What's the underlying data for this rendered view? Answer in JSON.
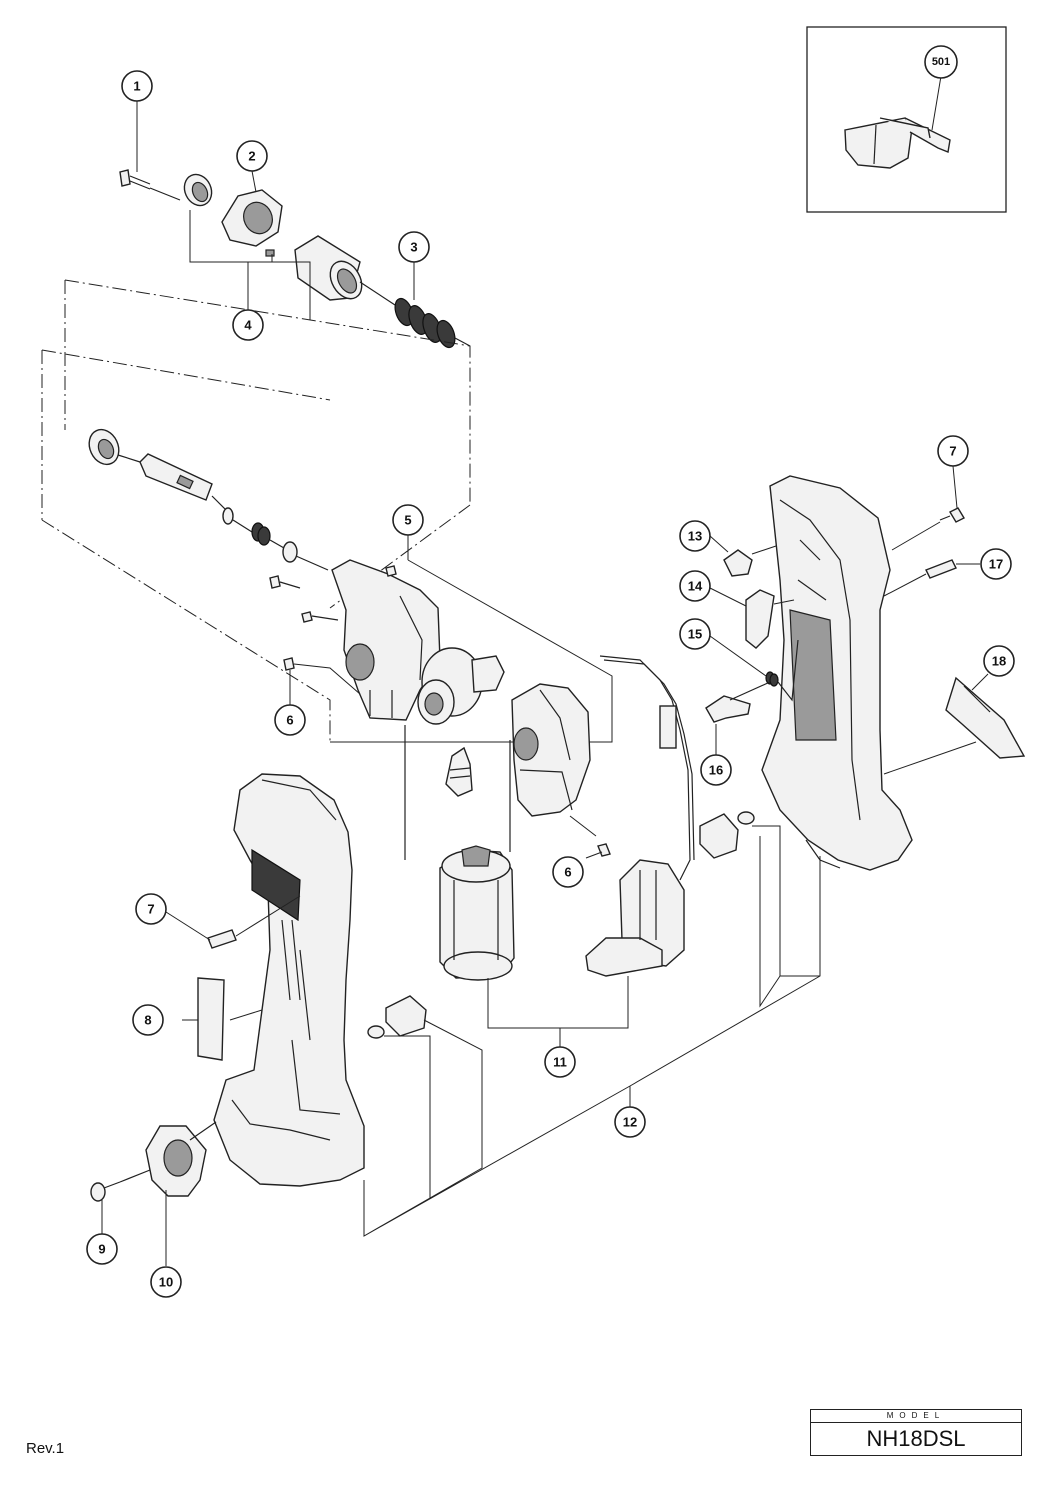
{
  "sheet": {
    "revision": "Rev.1",
    "model_heading": "MODEL",
    "model_name": "NH18DSL"
  },
  "callouts": [
    {
      "id": "c1",
      "label": "1"
    },
    {
      "id": "c2",
      "label": "2"
    },
    {
      "id": "c3",
      "label": "3"
    },
    {
      "id": "c4",
      "label": "4"
    },
    {
      "id": "c5",
      "label": "5"
    },
    {
      "id": "c6a",
      "label": "6"
    },
    {
      "id": "c6b",
      "label": "6"
    },
    {
      "id": "c7a",
      "label": "7"
    },
    {
      "id": "c7b",
      "label": "7"
    },
    {
      "id": "c8",
      "label": "8"
    },
    {
      "id": "c9",
      "label": "9"
    },
    {
      "id": "c10",
      "label": "10"
    },
    {
      "id": "c11",
      "label": "11"
    },
    {
      "id": "c12",
      "label": "12"
    },
    {
      "id": "c13",
      "label": "13"
    },
    {
      "id": "c14",
      "label": "14"
    },
    {
      "id": "c15",
      "label": "15"
    },
    {
      "id": "c16",
      "label": "16"
    },
    {
      "id": "c17",
      "label": "17"
    },
    {
      "id": "c18",
      "label": "18"
    },
    {
      "id": "c501",
      "label": "501"
    }
  ]
}
